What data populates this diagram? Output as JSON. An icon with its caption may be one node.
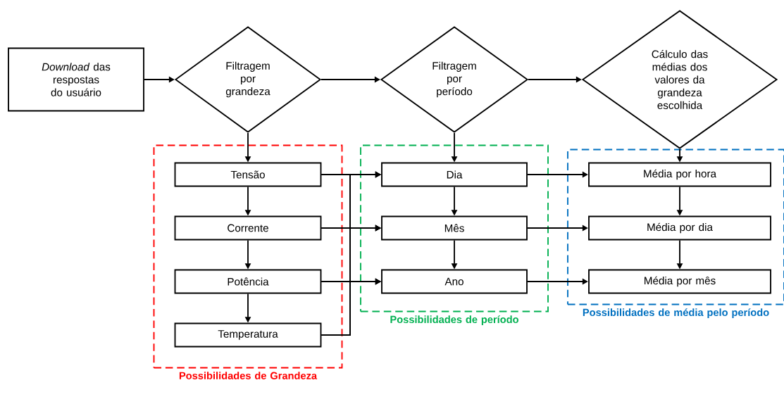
{
  "diagram": {
    "nodes": [
      {
        "text": [
          "*Download* das respostas do usuário"
        ]
      },
      {
        "text": [
          "Filtragem por grandeza"
        ]
      },
      {
        "text": [
          "Filtragem por período"
        ]
      },
      {
        "text": [
          "Cálculo das médias dos valores da grandeza escolhida"
        ]
      },
      {
        "text": [
          "Possibilidades de Grandeza"
        ]
      },
      {
        "text": [
          "Tensão"
        ],
        "in": 4
      },
      {
        "text": [
          "Corrente"
        ],
        "in": 4
      },
      {
        "text": [
          "Potência"
        ],
        "in": 4
      },
      {
        "text": [
          "Temperatura"
        ],
        "in": 4
      },
      {
        "text": [
          "Possibilidades de período"
        ]
      },
      {
        "text": [
          "Dia"
        ],
        "in": 9
      },
      {
        "text": [
          "Mês"
        ],
        "in": 9
      },
      {
        "text": [
          "Ano"
        ],
        "in": 9
      },
      {
        "text": [
          "Possibilidades de média pelo período"
        ]
      },
      {
        "text": [
          "Média por hora"
        ],
        "in": 13
      },
      {
        "text": [
          "Média por dia"
        ],
        "in": 13
      },
      {
        "text": [
          "Média por mês"
        ],
        "in": 13
      }
    ],
    "edges": [
      {
        "from": 0,
        "to": 1,
        "arrow": "to"
      },
      {
        "from": 1,
        "to": 2,
        "arrow": "to"
      },
      {
        "from": 2,
        "to": 3,
        "arrow": "to"
      },
      {
        "from": 1,
        "to": 5,
        "arrow": "to"
      },
      {
        "from": 5,
        "to": 6,
        "arrow": "to"
      },
      {
        "from": 6,
        "to": 7,
        "arrow": "to"
      },
      {
        "from": 7,
        "to": 8,
        "arrow": "to"
      },
      {
        "from": 2,
        "to": 10,
        "arrow": "to"
      },
      {
        "from": 10,
        "to": 11,
        "arrow": "to"
      },
      {
        "from": 11,
        "to": 12,
        "arrow": "to"
      },
      {
        "from": 3,
        "to": 14,
        "arrow": "to"
      },
      {
        "from": 14,
        "to": 15,
        "arrow": "to"
      },
      {
        "from": 15,
        "to": 16,
        "arrow": "to"
      },
      {
        "from": 5,
        "to": 10,
        "arrow": "to"
      },
      {
        "from": 5,
        "to": 11,
        "arrow": "to"
      },
      {
        "from": 5,
        "to": 12,
        "arrow": "to"
      },
      {
        "from": 6,
        "to": 10,
        "arrow": "to"
      },
      {
        "from": 6,
        "to": 11,
        "arrow": "to"
      },
      {
        "from": 6,
        "to": 12,
        "arrow": "to"
      },
      {
        "from": 7,
        "to": 10,
        "arrow": "to"
      },
      {
        "from": 7,
        "to": 11,
        "arrow": "to"
      },
      {
        "from": 7,
        "to": 12,
        "arrow": "to"
      },
      {
        "from": 8,
        "to": 10,
        "arrow": "to"
      },
      {
        "from": 8,
        "to": 11,
        "arrow": "to"
      },
      {
        "from": 8,
        "to": 12,
        "arrow": "to"
      },
      {
        "from": 10,
        "to": 14,
        "arrow": "to"
      },
      {
        "from": 11,
        "to": 15,
        "arrow": "to"
      },
      {
        "from": 12,
        "to": 16,
        "arrow": "to"
      }
    ]
  }
}
